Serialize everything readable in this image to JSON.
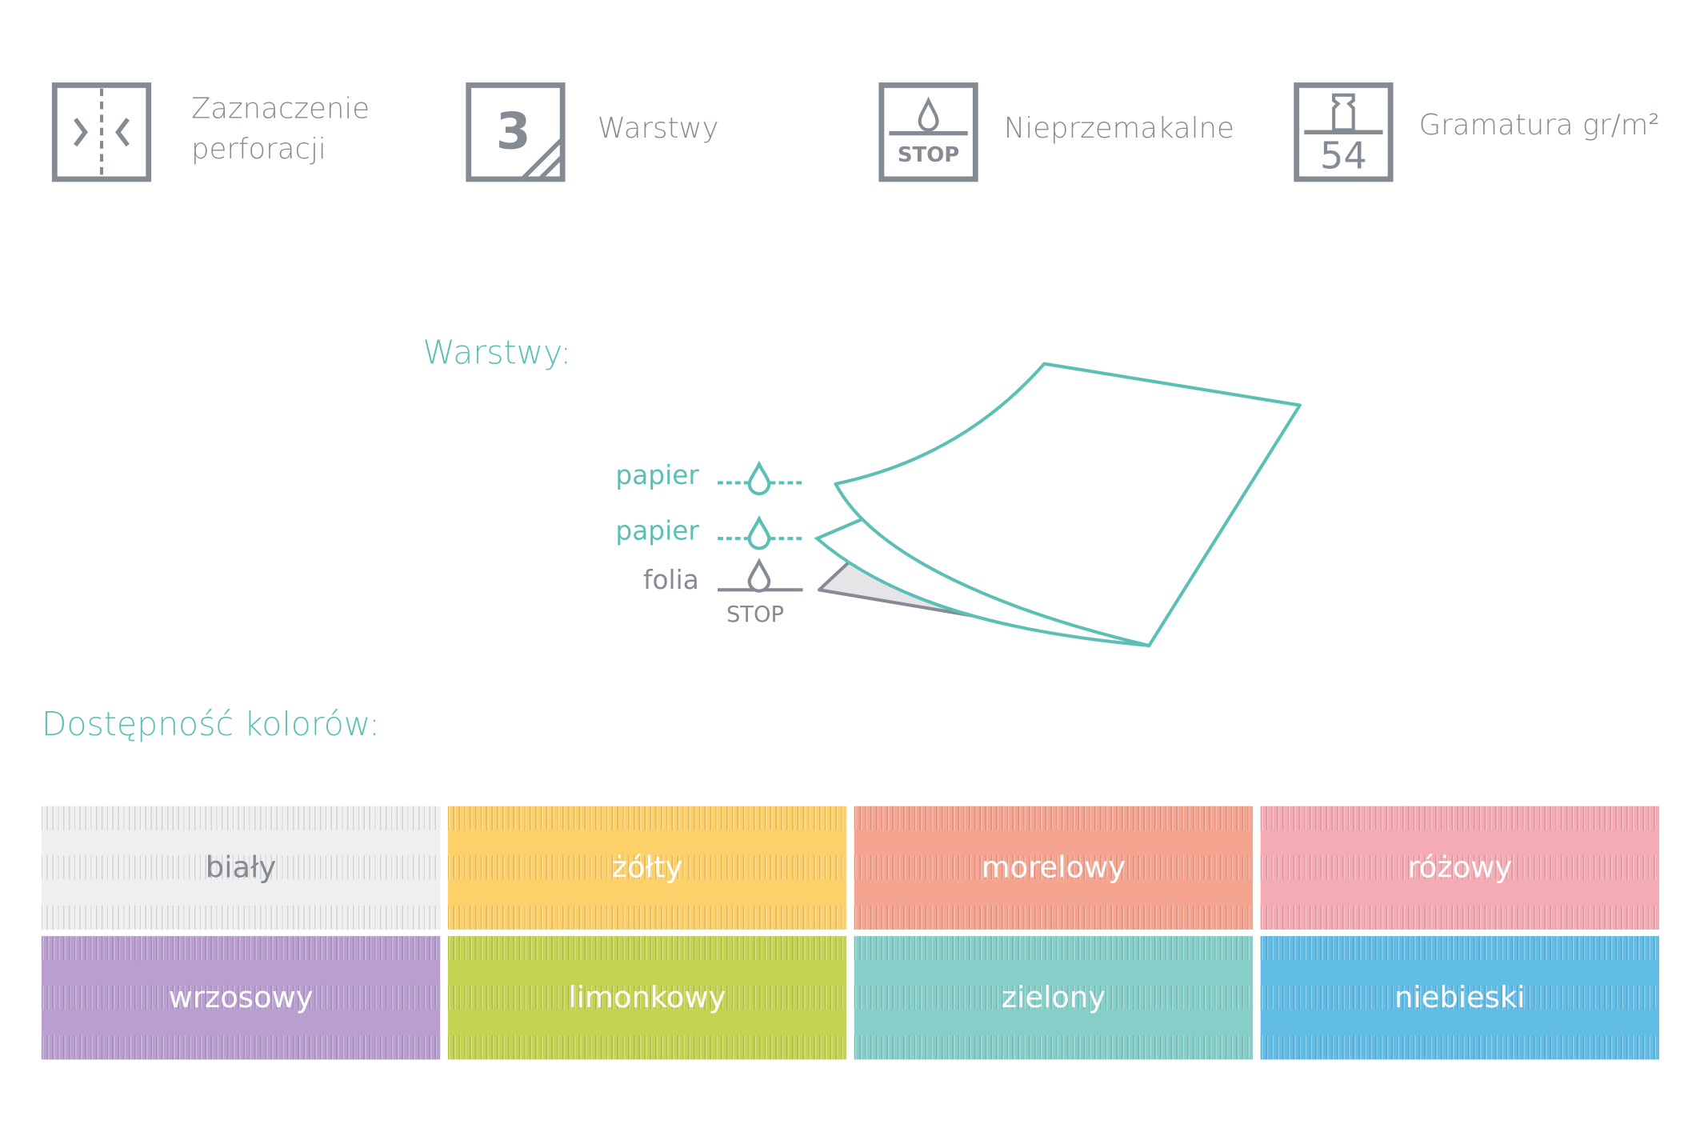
{
  "features": [
    {
      "icon": "perforation-icon",
      "label_line1": "Zaznaczenie",
      "label_line2": "perforacji"
    },
    {
      "icon": "layers-icon",
      "icon_text": "3",
      "label": "Warstwy"
    },
    {
      "icon": "waterproof-stop-icon",
      "icon_text": "STOP",
      "label": "Nieprzemakalne"
    },
    {
      "icon": "weight-icon",
      "icon_text": "54",
      "label": "Gramatura gr/m²"
    }
  ],
  "layers": {
    "title": "Warstwy:",
    "items": [
      {
        "label": "papier",
        "type": "permeable"
      },
      {
        "label": "papier",
        "type": "permeable"
      },
      {
        "label": "folia",
        "type": "stop",
        "stop_text": "STOP"
      }
    ]
  },
  "colors": {
    "title": "Dostępność kolorów:",
    "swatches": [
      {
        "name": "biały",
        "color": "#efefef",
        "text_color": "#858b93"
      },
      {
        "name": "żółty",
        "color": "#fdd06a",
        "text_color": "#ffffff"
      },
      {
        "name": "morelowy",
        "color": "#f4a48f",
        "text_color": "#ffffff"
      },
      {
        "name": "różowy",
        "color": "#f4abb3",
        "text_color": "#ffffff"
      },
      {
        "name": "wrzosowy",
        "color": "#b99ed0",
        "text_color": "#ffffff"
      },
      {
        "name": "limonkowy",
        "color": "#c4d452",
        "text_color": "#ffffff"
      },
      {
        "name": "zielony",
        "color": "#86cfc9",
        "text_color": "#ffffff"
      },
      {
        "name": "niebieski",
        "color": "#62bde6",
        "text_color": "#ffffff"
      }
    ]
  },
  "theme": {
    "accent": "#5bbfb5",
    "gray": "#858b93"
  }
}
